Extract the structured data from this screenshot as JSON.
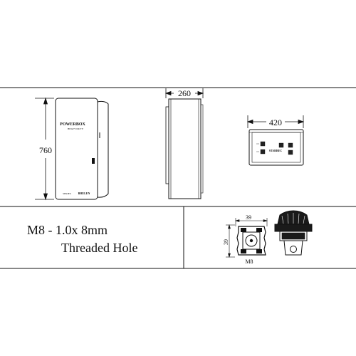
{
  "front_view": {
    "height_label": "760",
    "brand_text": "POWERBOX",
    "brand_sub": "HEAVY DUTY",
    "footer_left": "SERIES",
    "footer_right": "BHELEN"
  },
  "side_view": {
    "depth_label": "260"
  },
  "top_view": {
    "width_label": "420",
    "panel_text": "STARBEC"
  },
  "thread_note": {
    "line1": "M8 - 1.0x 8mm",
    "line2": "Threaded Hole"
  },
  "detail": {
    "width_label": "39",
    "height_label": "39",
    "caption": "M8"
  }
}
